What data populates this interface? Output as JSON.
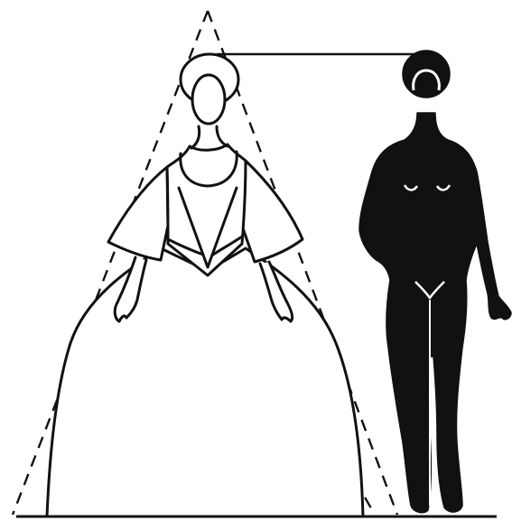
{
  "figure": {
    "background": "#ffffff",
    "ink": "#111111",
    "skin_highlight": "#ffffff",
    "elements": [
      "dashed-outer-triangle",
      "dashed-inner-triangle",
      "height-reference-line",
      "ground-line",
      "dress-figure",
      "silhouette-figure"
    ]
  }
}
